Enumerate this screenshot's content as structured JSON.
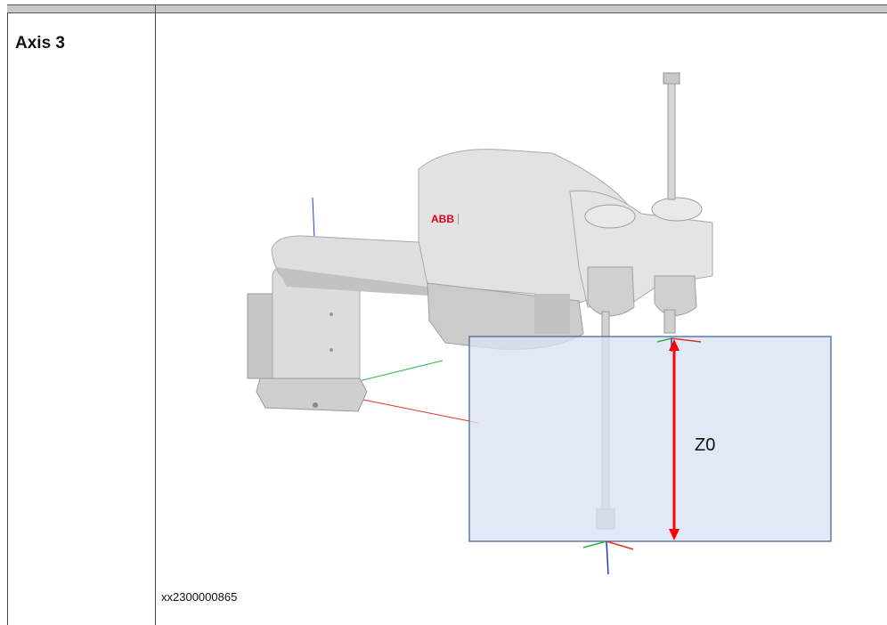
{
  "row_label": "Axis 3",
  "figure": {
    "measure_label": "Z0",
    "logo_text": "ABB",
    "caption": "xx2300000865"
  },
  "colors": {
    "robot_body": "#dcdcdc",
    "robot_shadow": "#b9b9b9",
    "range_box_fill": "#dae3f3",
    "range_box_stroke": "#4a6894",
    "measure_arrow": "#ff0000",
    "logo": "#e2001a",
    "axis_x": "#e03030",
    "axis_y": "#2bb24c",
    "axis_z": "#1f3fd6"
  }
}
